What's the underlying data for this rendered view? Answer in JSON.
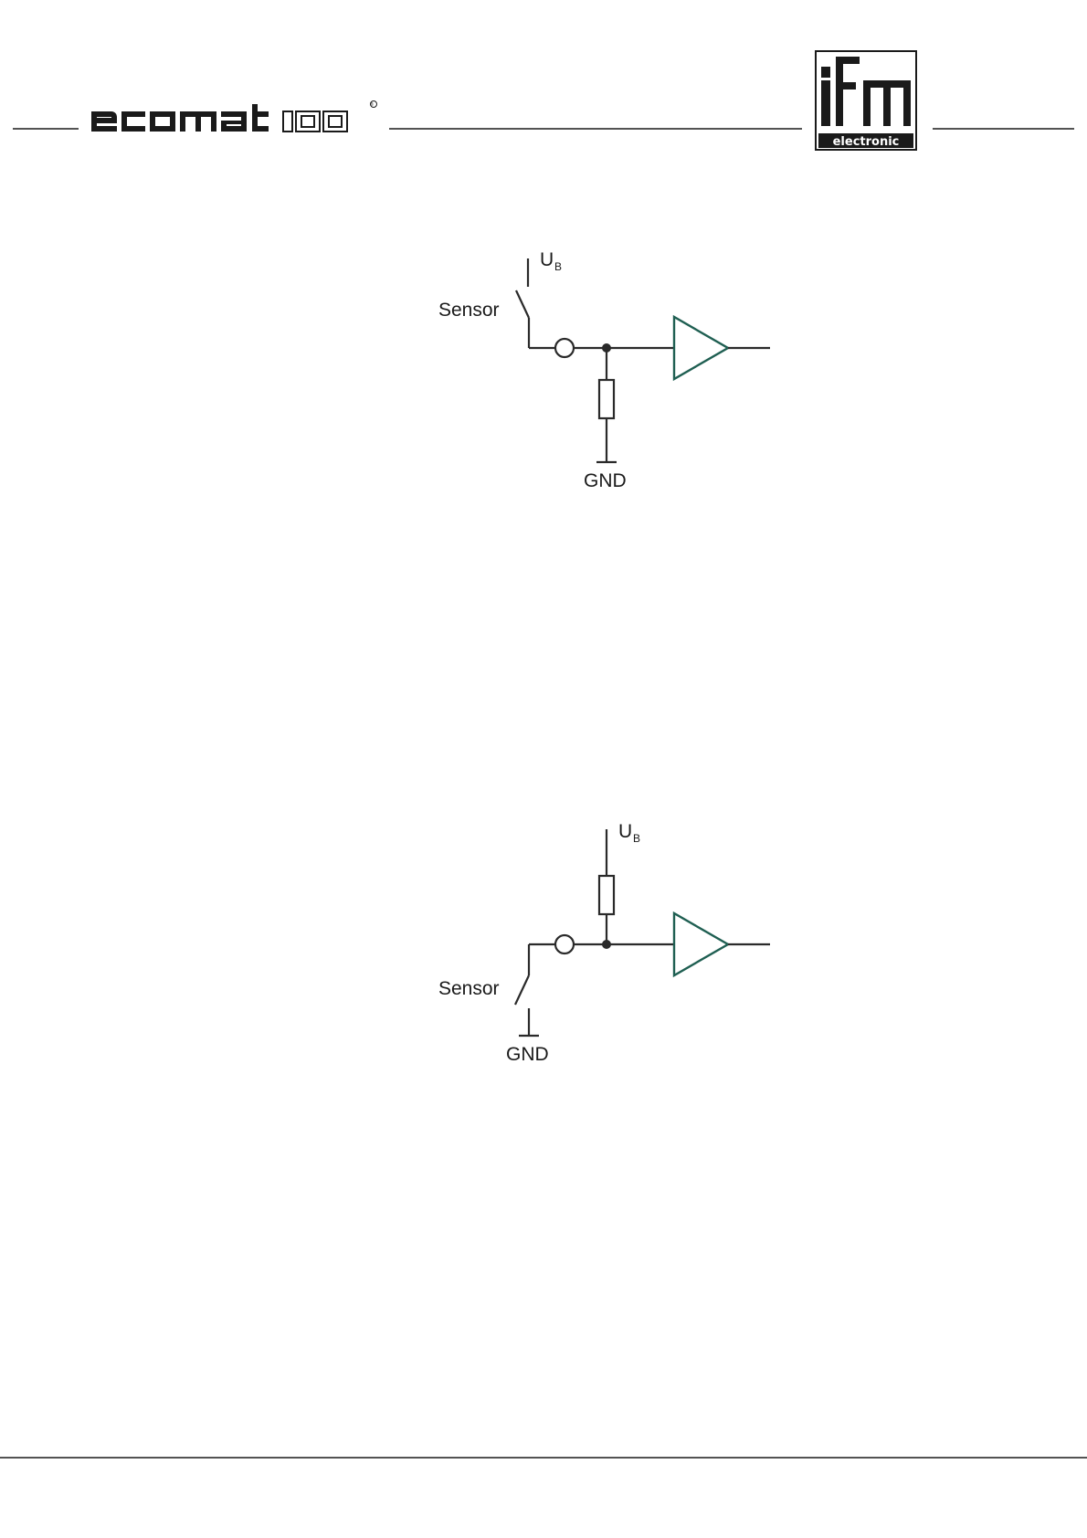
{
  "header": {
    "brand_wordmark": "ecomat100",
    "brand_registered": "®",
    "logo_wordmark": "electronic"
  },
  "diagram_top": {
    "supply_label": "U",
    "supply_subscript": "B",
    "sensor_label": "Sensor",
    "ground_label": "GND"
  },
  "diagram_bottom": {
    "supply_label": "U",
    "supply_subscript": "B",
    "sensor_label": "Sensor",
    "ground_label": "GND"
  },
  "colors": {
    "line": "#2a2a2a",
    "amplifier": "#1f5f52",
    "logo": "#1a1a1a"
  }
}
